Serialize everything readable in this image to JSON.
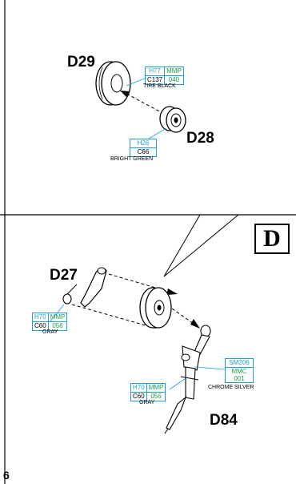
{
  "page_number": "6",
  "step_letter": "D",
  "parts": {
    "d29": "D29",
    "d28": "D28",
    "d27": "D27",
    "d84": "D84"
  },
  "paints": {
    "tire_black": {
      "h": "H77",
      "mmp": "MMP",
      "mmp_code": "040",
      "c": "C137",
      "name": "TIRE BLACK"
    },
    "bright_green": {
      "h": "H26",
      "c": "C66",
      "name": "BRIGHT GREEN"
    },
    "gray_left": {
      "h": "H70",
      "mmp": "MMP",
      "mmp_code": "056",
      "c": "C60",
      "name": "GRAY"
    },
    "gray_lower": {
      "h": "H70",
      "mmp": "MMP",
      "mmp_code": "056",
      "c": "C60",
      "name": "GRAY"
    },
    "chrome_silver": {
      "sm": "SM206",
      "mmc": "MMC",
      "mmc_code": "001",
      "name": "CHROME SILVER"
    }
  },
  "colors": {
    "blue": "#1a9fd6",
    "green": "#1aa04a"
  }
}
